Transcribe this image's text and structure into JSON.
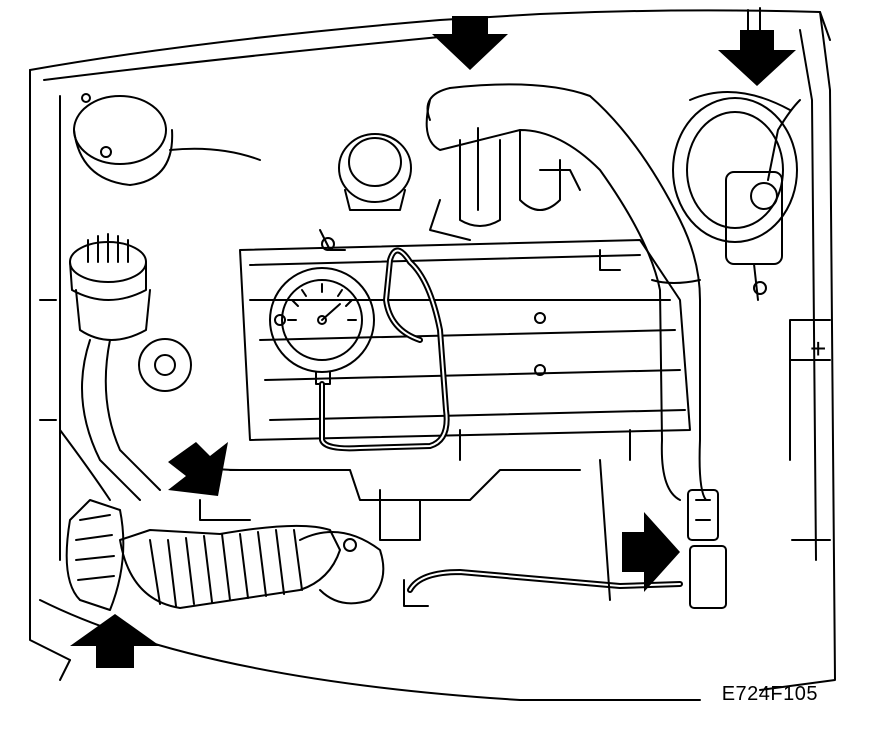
{
  "figure": {
    "code": "E724F105",
    "line_color": "#000000",
    "paper_color": "#ffffff"
  },
  "engine": {
    "battery_symbol": "+"
  },
  "markers": [
    {
      "name": "arrow-top-center",
      "direction": "down"
    },
    {
      "name": "arrow-top-right",
      "direction": "down"
    },
    {
      "name": "arrow-left-middle",
      "direction": "down-right"
    },
    {
      "name": "arrow-bottom-left",
      "direction": "up"
    },
    {
      "name": "arrow-bottom-right",
      "direction": "right"
    }
  ]
}
